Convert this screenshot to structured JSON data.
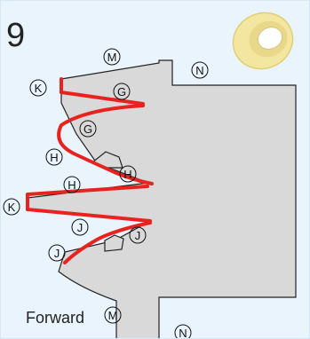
{
  "step": {
    "number": "9"
  },
  "direction": {
    "label": "Forward"
  },
  "markers": {
    "M_top": "M",
    "N_top": "N",
    "K_top": "K",
    "G_top": "G",
    "G_mid": "G",
    "H_left": "H",
    "H_right": "H",
    "H_mid": "H",
    "K_left": "K",
    "J_mid": "J",
    "J_right": "J",
    "J_low": "J",
    "M_bottom": "M",
    "N_bottom": "N"
  },
  "colors": {
    "background": "#eaf4fc",
    "piece": "#d9d9d9",
    "outline": "#222222",
    "cut_line": "#e8231f",
    "tape": "#f3e6a0"
  },
  "icons": {
    "tape_roll": "tape-roll-icon"
  }
}
